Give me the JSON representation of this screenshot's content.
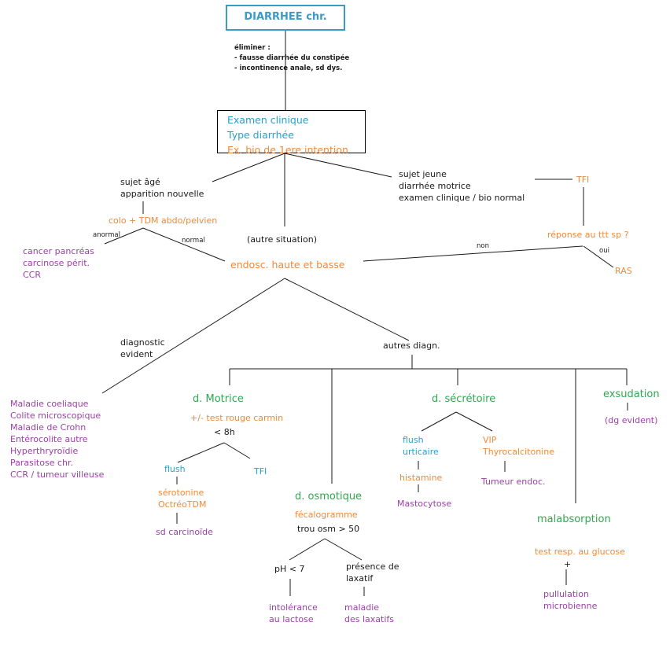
{
  "colors": {
    "black": "#1a1a1a",
    "orange": "#ef8a3a",
    "purple": "#9b3fa8",
    "green": "#2fa84f",
    "blue": "#27a0d0",
    "title_border": "#3a9bc8"
  },
  "title": "DIARRHEE chr.",
  "eliminate": {
    "heading": "éliminer :",
    "items": [
      "- fausse diarrhée du constipée",
      "- incontinence anale, sd dys."
    ]
  },
  "exam_box": [
    "Examen clinique",
    "Type diarrhée",
    "Ex. bio de 1ere intention"
  ],
  "elderly": {
    "lines": [
      "sujet âgé",
      "apparition nouvelle"
    ],
    "test": "colo + TDM abdo/pelvien",
    "abnormal": "anormal",
    "normal": "normal",
    "results": [
      "cancer pancréas",
      "carcinose périt.",
      "CCR"
    ]
  },
  "other_situation": "(autre situation)",
  "young": {
    "lines": [
      "sujet jeune",
      "diarrhée motrice",
      "examen clinique / bio normal"
    ],
    "tfi": "TFI",
    "question": "réponse au ttt sp ?",
    "no": "non",
    "yes": "oui",
    "ras": "RAS"
  },
  "endoscopy": "endosc. haute et basse",
  "evident": {
    "lines": [
      "diagnostic",
      "evident"
    ],
    "list": [
      "Maladie coeliaque",
      "Colite microscopique",
      "Maladie de Crohn",
      "Entérocolite autre",
      "Hyperthryroïdie",
      "Parasitose chr.",
      "CCR / tumeur villeuse"
    ]
  },
  "other_diag": "autres diagn.",
  "motrice": {
    "title": "d. Motrice",
    "test": "+/- test rouge carmin",
    "threshold": "< 8h",
    "flush": "flush",
    "tfi": "TFI",
    "markers": [
      "sérotonine",
      "OctréoTDM"
    ],
    "result": "sd carcinoïde"
  },
  "osmotique": {
    "title": "d. osmotique",
    "test": "fécalogramme",
    "threshold": "trou osm > 50",
    "ph": "pH < 7",
    "laxative": [
      "présence de",
      "laxatif"
    ],
    "result_ph": [
      "intolérance",
      "au lactose"
    ],
    "result_laxative": [
      "maladie",
      "des laxatifs"
    ]
  },
  "secretoire": {
    "title": "d. sécrétoire",
    "left": [
      "flush",
      "urticaire"
    ],
    "right": [
      "VIP",
      "Thyrocalcitonine"
    ],
    "left_marker": "histamine",
    "left_result": "Mastocytose",
    "right_result": "Tumeur endoc."
  },
  "malabsorption": {
    "title": "malabsorption",
    "test": "test resp. au glucose",
    "plus": "+",
    "result": [
      "pullulation",
      "microbienne"
    ]
  },
  "exsudation": {
    "title": "exsudation",
    "note": "(dg evident)"
  }
}
